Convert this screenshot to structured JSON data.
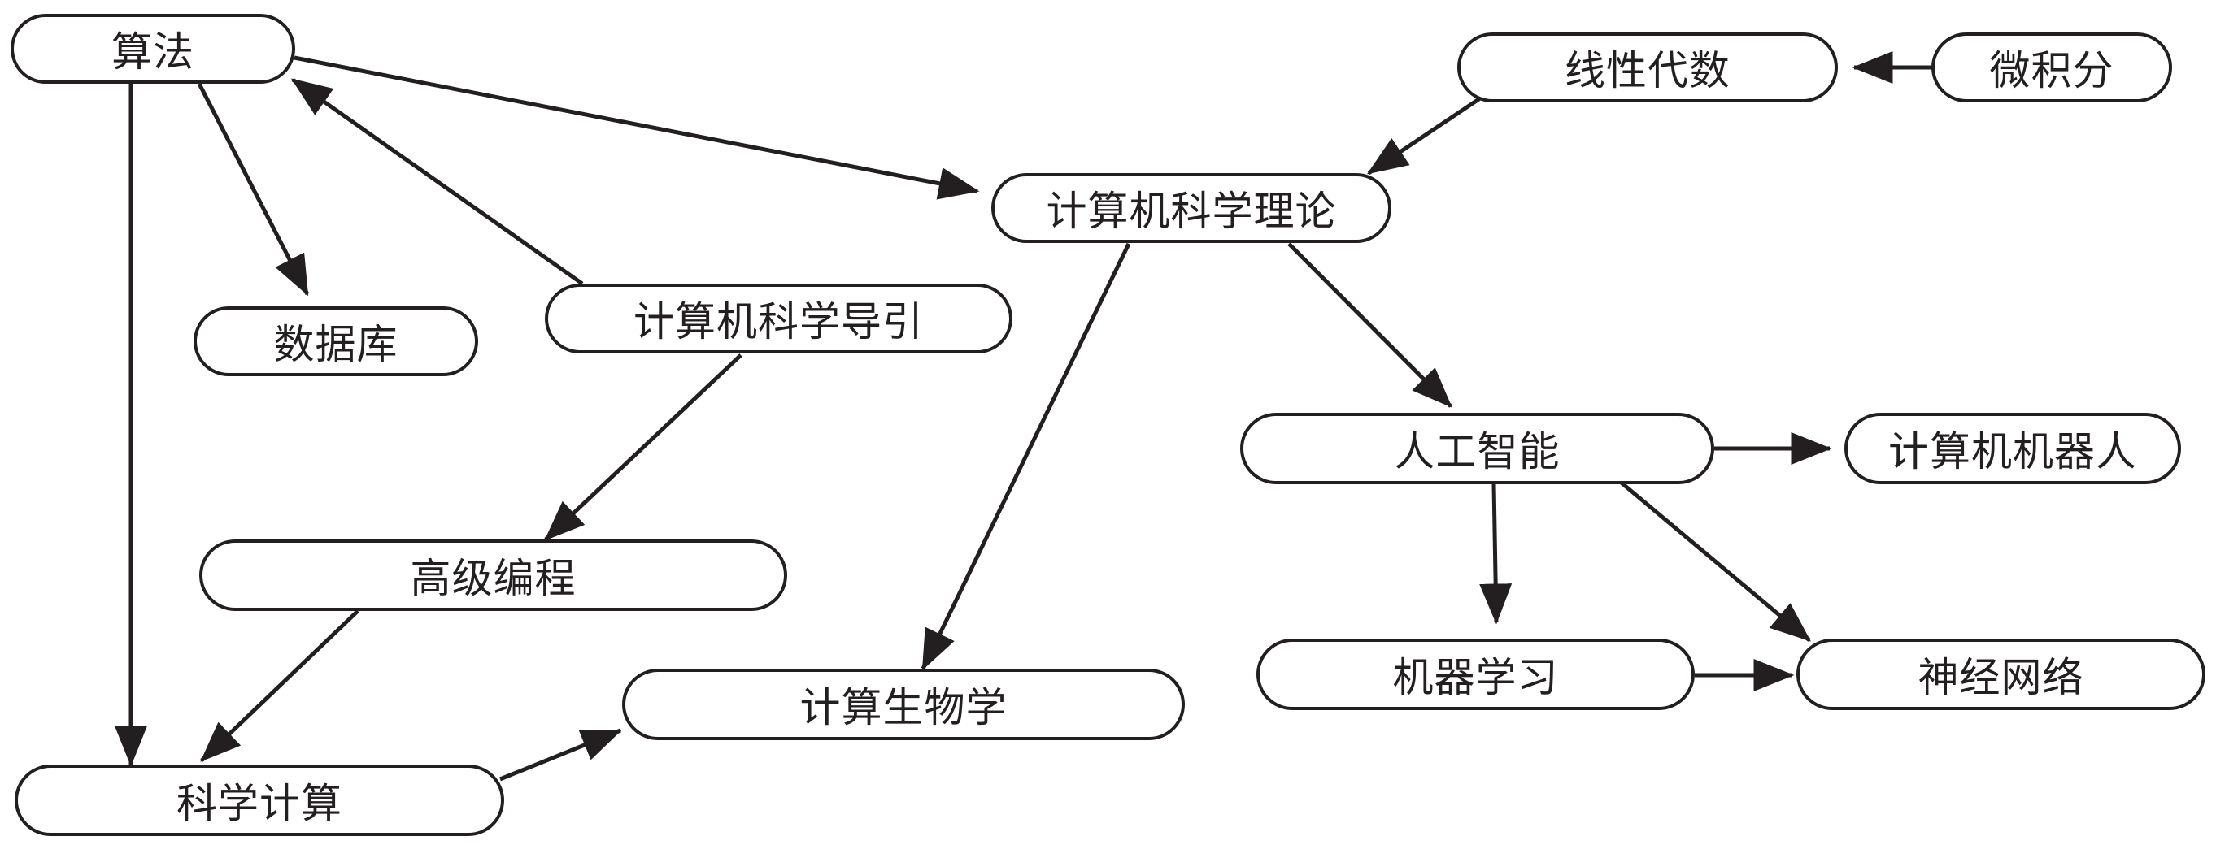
{
  "colors": {
    "stroke": "#231f20",
    "background": "#ffffff"
  },
  "nodes": {
    "algorithm": "算法",
    "database": "数据库",
    "intro_cs": "计算机科学导引",
    "advanced_programming": "高级编程",
    "scientific_computing": "科学计算",
    "computational_biology": "计算生物学",
    "cs_theory": "计算机科学理论",
    "linear_algebra": "线性代数",
    "calculus": "微积分",
    "artificial_intelligence": "人工智能",
    "computer_robotics": "计算机机器人",
    "machine_learning": "机器学习",
    "neural_networks": "神经网络"
  },
  "edges": [
    {
      "from": "algorithm",
      "to": "database"
    },
    {
      "from": "algorithm",
      "to": "scientific_computing"
    },
    {
      "from": "algorithm",
      "to": "cs_theory"
    },
    {
      "from": "intro_cs",
      "to": "algorithm"
    },
    {
      "from": "intro_cs",
      "to": "advanced_programming"
    },
    {
      "from": "advanced_programming",
      "to": "scientific_computing"
    },
    {
      "from": "scientific_computing",
      "to": "computational_biology"
    },
    {
      "from": "cs_theory",
      "to": "computational_biology"
    },
    {
      "from": "cs_theory",
      "to": "artificial_intelligence"
    },
    {
      "from": "linear_algebra",
      "to": "cs_theory"
    },
    {
      "from": "calculus",
      "to": "linear_algebra"
    },
    {
      "from": "artificial_intelligence",
      "to": "computer_robotics"
    },
    {
      "from": "artificial_intelligence",
      "to": "machine_learning"
    },
    {
      "from": "artificial_intelligence",
      "to": "neural_networks"
    },
    {
      "from": "machine_learning",
      "to": "neural_networks"
    }
  ]
}
